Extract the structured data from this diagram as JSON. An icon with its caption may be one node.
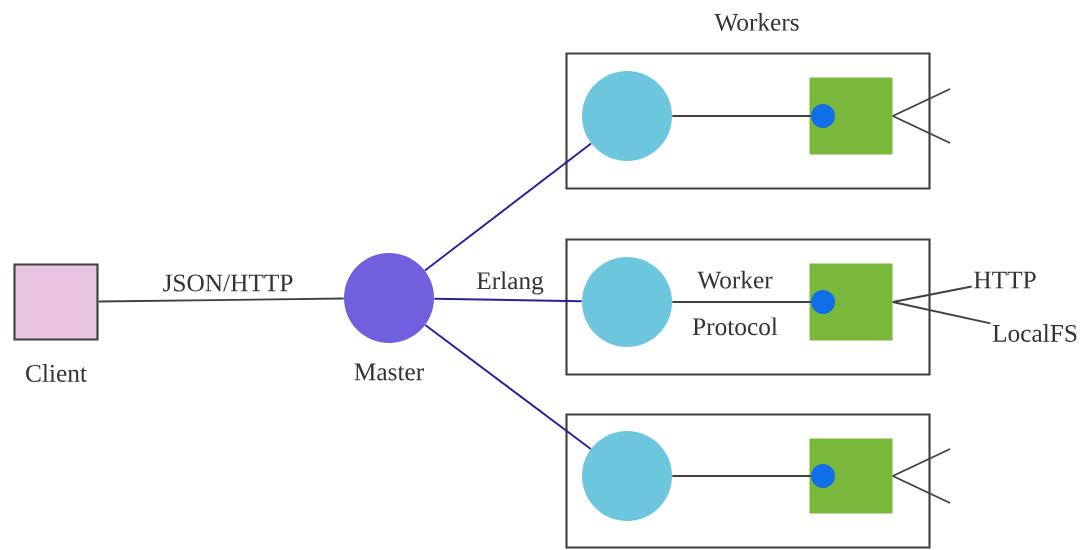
{
  "diagram": {
    "nodes": [
      {
        "text": [
          "Client"
        ]
      },
      {
        "text": [
          "Master"
        ]
      },
      {
        "text": [],
        "shape": "box"
      },
      {
        "text": [],
        "shape": "circle",
        "in": 2
      },
      {
        "text": [],
        "shape": "box",
        "in": 2
      },
      {
        "text": [],
        "shape": "circle",
        "in": 4
      },
      {
        "text": [],
        "shape": "box"
      },
      {
        "text": [],
        "shape": "circle",
        "in": 6
      },
      {
        "text": [],
        "shape": "box",
        "in": 6
      },
      {
        "text": [],
        "shape": "circle",
        "in": 8
      },
      {
        "text": [],
        "shape": "box"
      },
      {
        "text": [],
        "shape": "circle",
        "in": 10
      },
      {
        "text": [],
        "shape": "box",
        "in": 10
      },
      {
        "text": [],
        "shape": "circle",
        "in": 12
      },
      {
        "text": [
          "HTTP"
        ]
      },
      {
        "text": [
          "LocalFS"
        ]
      }
    ],
    "edges": [
      {
        "from": 0,
        "to": 1,
        "arrow": "none",
        "label": "JSON/HTTP"
      },
      {
        "from": 1,
        "to": 3,
        "arrow": "none",
        "color": "#22229a"
      },
      {
        "from": 1,
        "to": 7,
        "arrow": "none",
        "color": "#22229a",
        "label": "Erlang"
      },
      {
        "from": 1,
        "to": 11,
        "arrow": "none",
        "color": "#22229a"
      },
      {
        "from": 3,
        "to": 5,
        "arrow": "none"
      },
      {
        "from": 7,
        "to": 9,
        "arrow": "none",
        "label": "Worker Protocol"
      },
      {
        "from": 11,
        "to": 13,
        "arrow": "none"
      },
      {
        "from": 4,
        "to": null,
        "arrow": "none"
      },
      {
        "from": 4,
        "to": null,
        "arrow": "none"
      },
      {
        "from": 8,
        "to": 14,
        "arrow": "none"
      },
      {
        "from": 8,
        "to": 15,
        "arrow": "none"
      },
      {
        "from": 12,
        "to": null,
        "arrow": "none"
      },
      {
        "from": 12,
        "to": null,
        "arrow": "none"
      }
    ],
    "labels": [
      "Workers"
    ]
  }
}
